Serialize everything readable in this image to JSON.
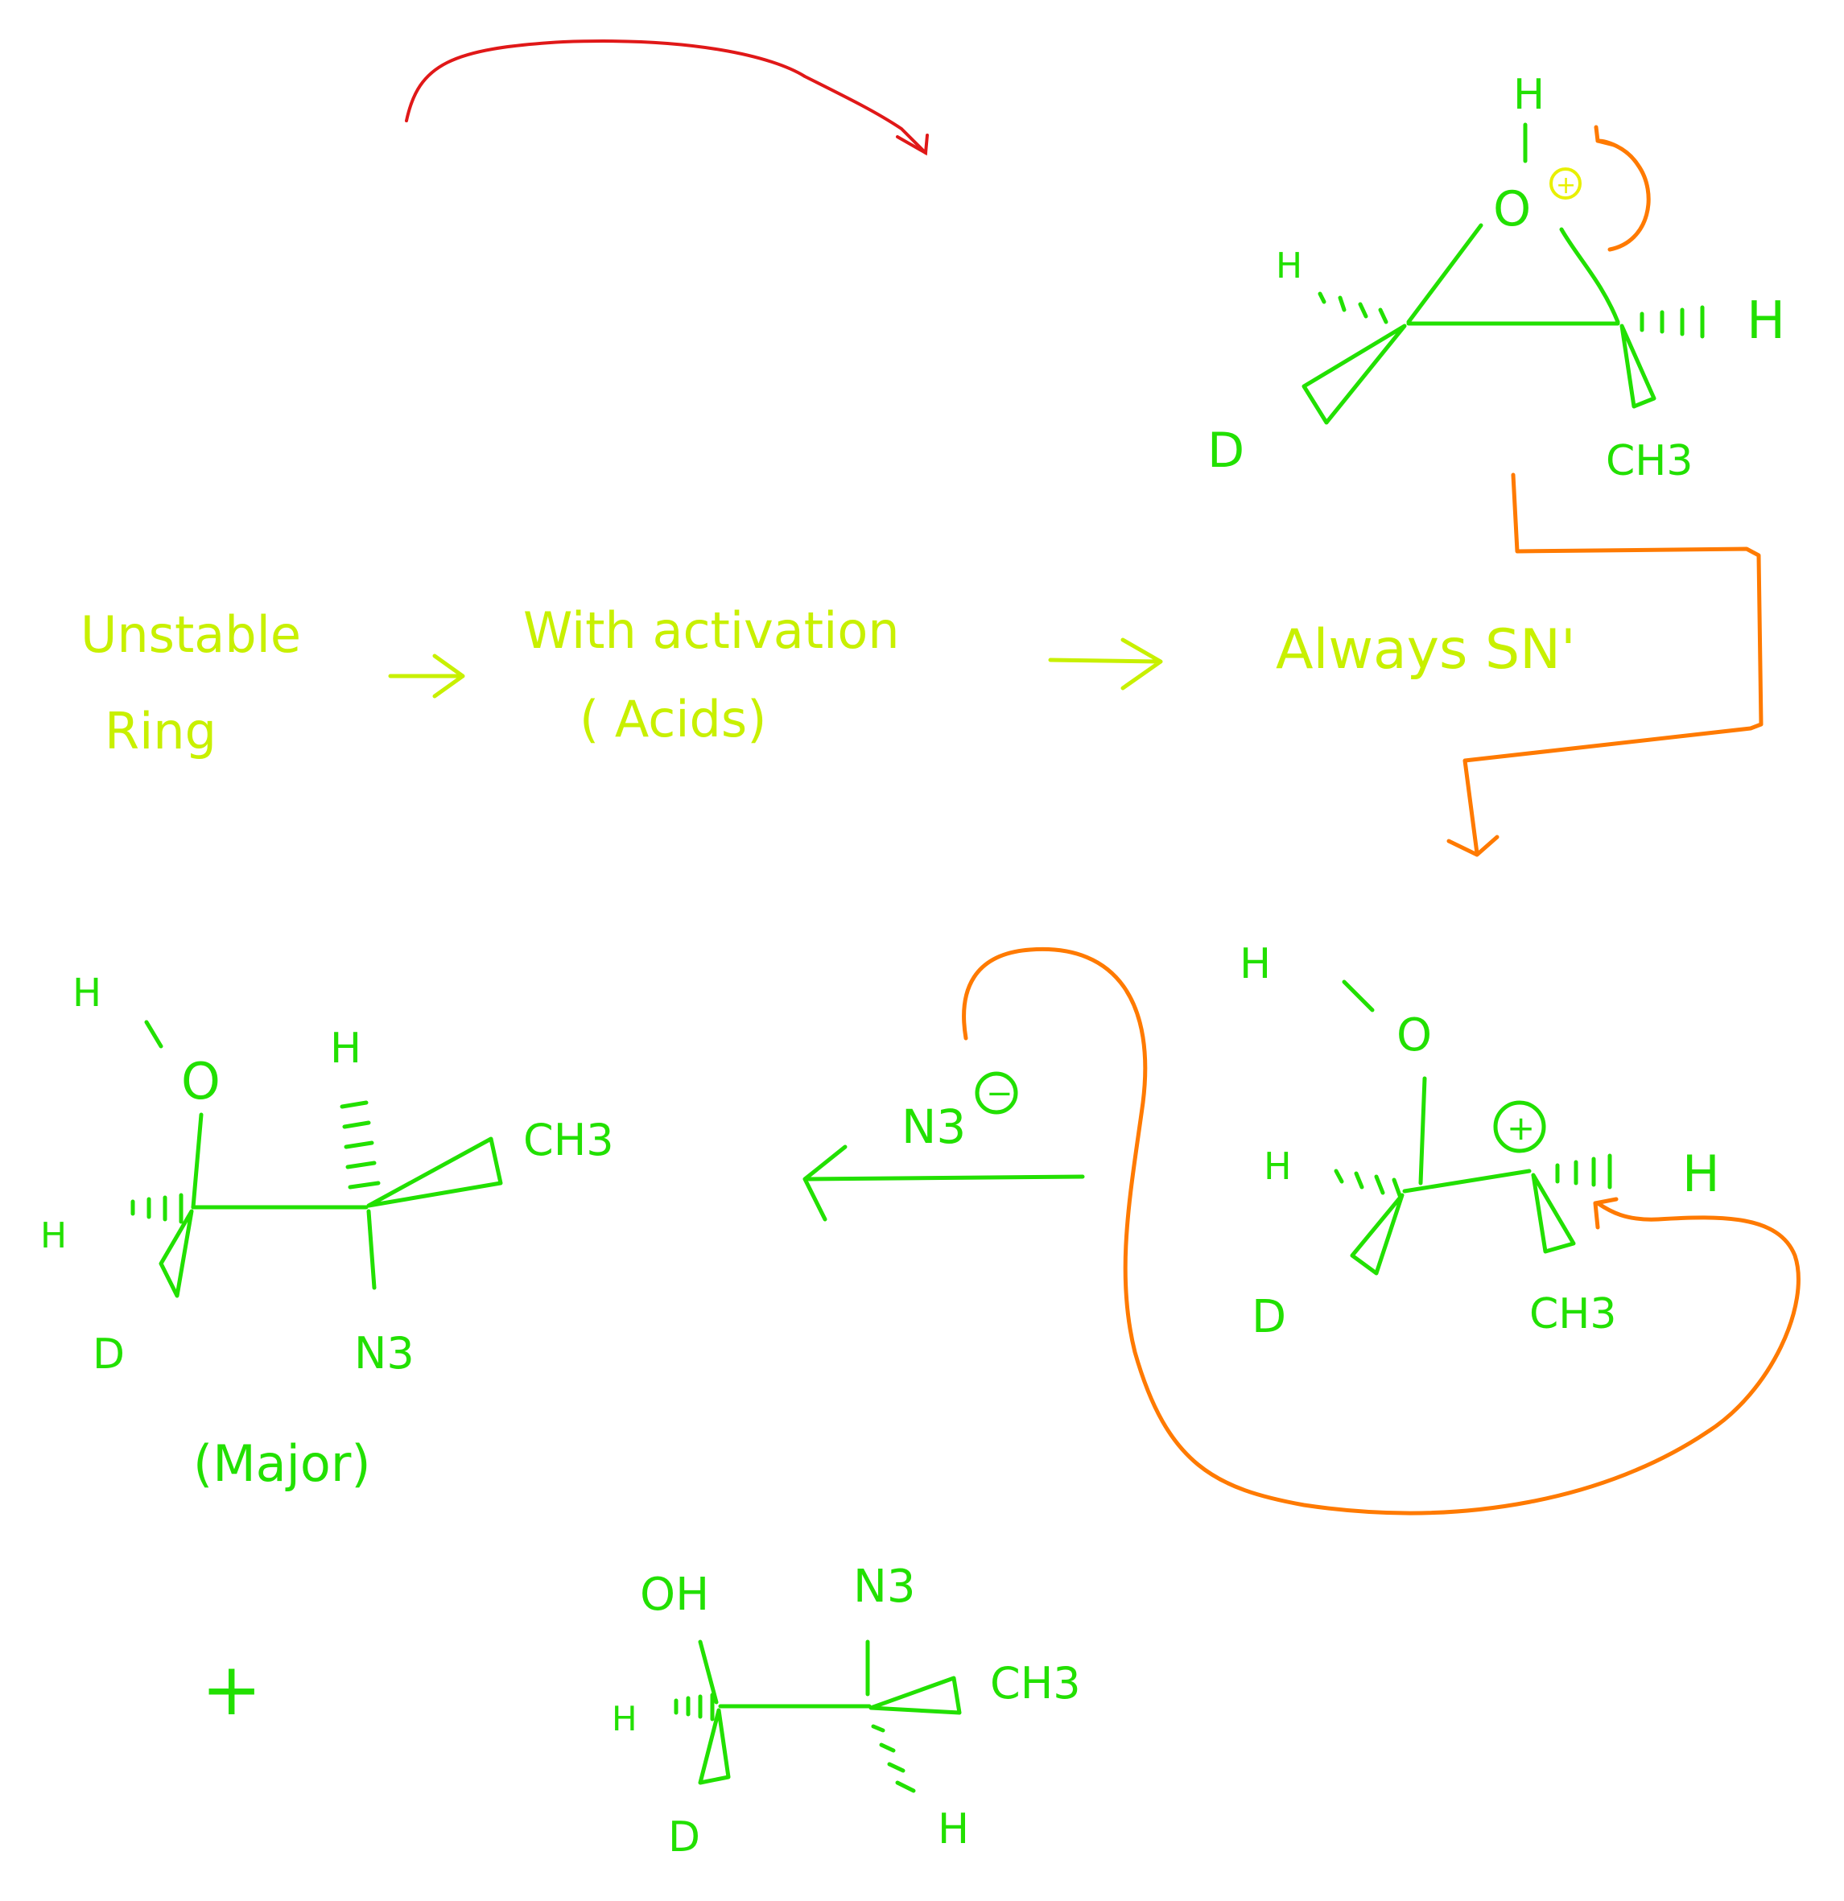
{
  "colors": {
    "bond": "#22e000",
    "annotation": "#c8f000",
    "mechanism_arrow": "#ff7a00",
    "top_arrow": "#e01818",
    "background": "#ffffff"
  },
  "flow_text": {
    "unstable_line1": "Unstable",
    "unstable_line2": "Ring",
    "activation_line1": "With activation",
    "activation_line2": "( Acids)",
    "always": "Always SN'"
  },
  "protonated_epoxide": {
    "top_h": "H",
    "oxygen": "O",
    "charge": "+",
    "left_h": "H",
    "right_h": "H",
    "left_sub": "D",
    "right_sub": "CH3"
  },
  "carbocation": {
    "top_h": "H",
    "oxygen": "O",
    "charge": "+",
    "left_h": "H",
    "right_h": "H",
    "left_sub": "D",
    "right_sub": "CH3"
  },
  "reagent": "N3",
  "reagent_charge": "−",
  "major_product": {
    "top_h": "H",
    "oxygen": "O",
    "upper_h": "H",
    "left_h": "H",
    "right_sub": "CH3",
    "left_sub": "D",
    "bottom_sub": "N3",
    "label": "(Major)"
  },
  "plus_sign": "+",
  "minor_product": {
    "oh": "OH",
    "n3": "N3",
    "left_h": "H",
    "right_sub": "CH3",
    "left_sub": "D",
    "bottom_h": "H"
  }
}
